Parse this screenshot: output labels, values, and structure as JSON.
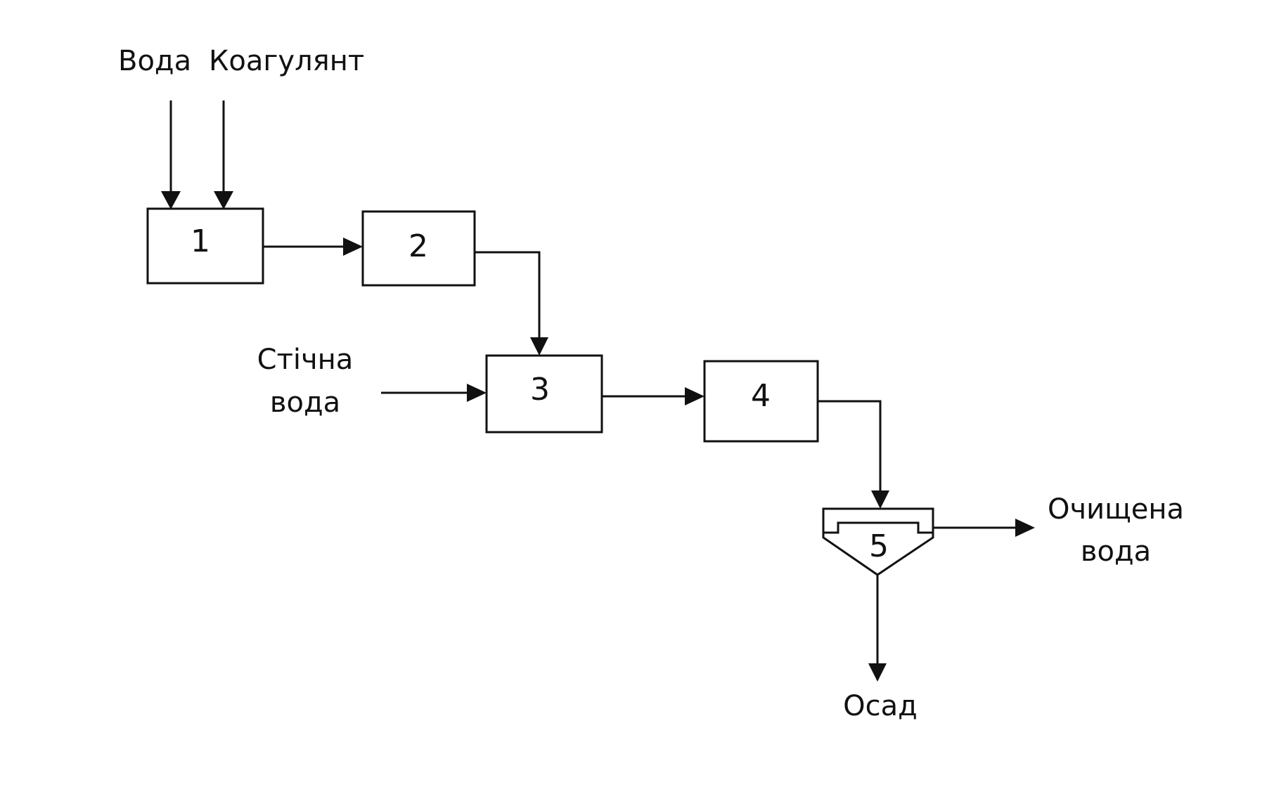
{
  "labels": {
    "water": "Вода",
    "coagulant": "Коагулянт",
    "wastewater_line1": "Стічна",
    "wastewater_line2": "вода",
    "treated_line1": "Очищена",
    "treated_line2": "вода",
    "sediment": "Осад"
  },
  "blocks": {
    "b1": "1",
    "b2": "2",
    "b3": "3",
    "b4": "4",
    "b5": "5"
  },
  "colors": {
    "stroke": "#111111",
    "background": "#ffffff"
  }
}
